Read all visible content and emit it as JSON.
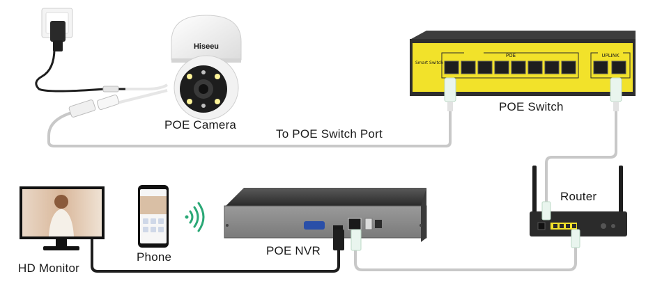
{
  "labels": {
    "camera": "POE Camera",
    "switch": "POE Switch",
    "switch_port_note": "To POE Switch Port",
    "router": "Router",
    "monitor": "HD Monitor",
    "phone": "Phone",
    "nvr": "POE NVR"
  },
  "camera_brand": "Hiseeu",
  "switch_panel": {
    "poe_label": "POE",
    "uplink_label": "UPLINK",
    "model_line": "Smart Switch"
  },
  "icons": [
    "power-outlet-icon",
    "wifi-signal-icon",
    "rj45-plug-icon",
    "hdmi-plug-icon"
  ],
  "colors": {
    "cable_gray": "#c8c8c8",
    "cable_black": "#1e1e1e",
    "switch_yellow": "#f2e22a",
    "device_dark": "#2b2b2b"
  }
}
